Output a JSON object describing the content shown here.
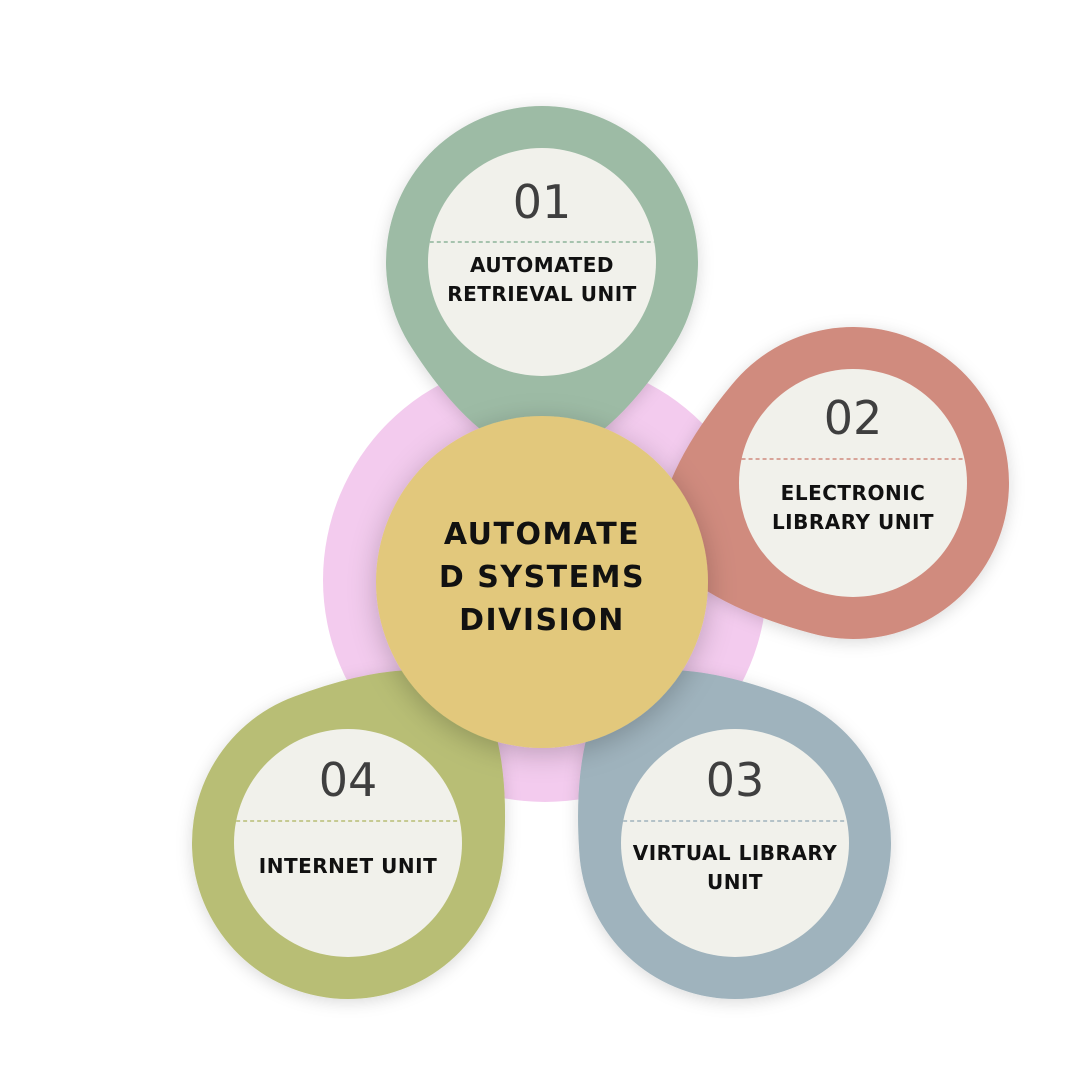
{
  "center": {
    "lines": [
      "AUTOMATE",
      "D SYSTEMS",
      "DIVISION"
    ],
    "fill": "#E2C87C",
    "halo": "#F3CBEE"
  },
  "units": [
    {
      "id": "unit-01",
      "number": "01",
      "lines": [
        "AUTOMATED",
        "RETRIEVAL UNIT"
      ],
      "color": "#9DBBA5",
      "divider": "#8DB49A"
    },
    {
      "id": "unit-02",
      "number": "02",
      "lines": [
        "ELECTRONIC",
        "LIBRARY UNIT"
      ],
      "color": "#D08B7E",
      "divider": "#D08B7E"
    },
    {
      "id": "unit-03",
      "number": "03",
      "lines": [
        "VIRTUAL LIBRARY",
        "UNIT"
      ],
      "color": "#9FB3BD",
      "divider": "#9FB3BD"
    },
    {
      "id": "unit-04",
      "number": "04",
      "lines": [
        "INTERNET UNIT"
      ],
      "color": "#B8BE74",
      "divider": "#B8BE74"
    }
  ],
  "inner_fill": "#F1F1EB"
}
